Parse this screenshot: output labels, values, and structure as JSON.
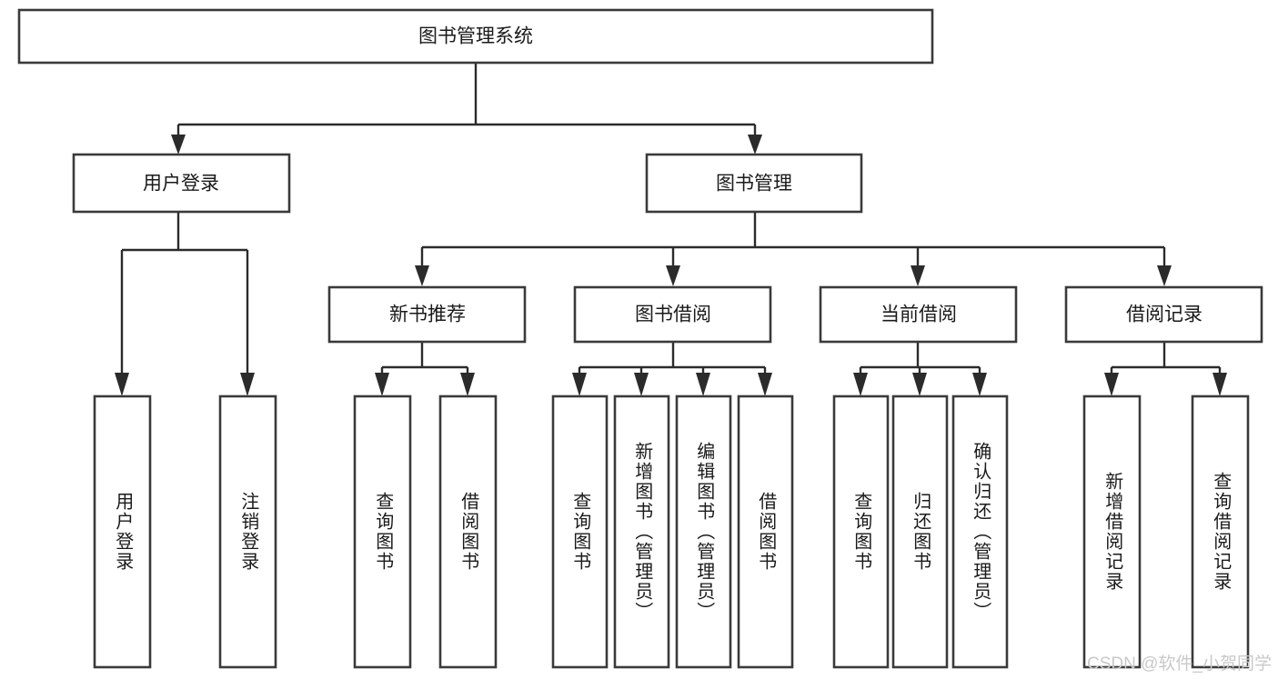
{
  "diagram": {
    "type": "tree-hierarchy-functional-decomposition",
    "root": {
      "id": "root",
      "label": "图书管理系统"
    },
    "level2": [
      {
        "id": "user-login",
        "label": "用户登录"
      },
      {
        "id": "book-management",
        "label": "图书管理"
      }
    ],
    "level3": [
      {
        "id": "new-book-recommend",
        "label": "新书推荐",
        "parent": "book-management"
      },
      {
        "id": "book-borrow",
        "label": "图书借阅",
        "parent": "book-management"
      },
      {
        "id": "current-borrow",
        "label": "当前借阅",
        "parent": "book-management"
      },
      {
        "id": "borrow-record",
        "label": "借阅记录",
        "parent": "book-management"
      }
    ],
    "leaves": [
      {
        "id": "leaf-user-login",
        "label": "用户登录",
        "parent": "user-login"
      },
      {
        "id": "leaf-user-logout",
        "label": "注销登录",
        "parent": "user-login"
      },
      {
        "id": "leaf-query-book-1",
        "label": "查询图书",
        "parent": "new-book-recommend"
      },
      {
        "id": "leaf-borrow-book-1",
        "label": "借阅图书",
        "parent": "new-book-recommend"
      },
      {
        "id": "leaf-query-book-2",
        "label": "查询图书",
        "parent": "book-borrow"
      },
      {
        "id": "leaf-add-book",
        "label": "新增图书（管理员）",
        "parent": "book-borrow"
      },
      {
        "id": "leaf-edit-book",
        "label": "编辑图书（管理员）",
        "parent": "book-borrow"
      },
      {
        "id": "leaf-borrow-book-2",
        "label": "借阅图书",
        "parent": "book-borrow"
      },
      {
        "id": "leaf-query-book-3",
        "label": "查询图书",
        "parent": "current-borrow"
      },
      {
        "id": "leaf-return-book",
        "label": "归还图书",
        "parent": "current-borrow"
      },
      {
        "id": "leaf-confirm-return",
        "label": "确认归还（管理员）",
        "parent": "current-borrow"
      },
      {
        "id": "leaf-add-record",
        "label": "新增借阅记录",
        "parent": "borrow-record"
      },
      {
        "id": "leaf-query-record",
        "label": "查询借阅记录",
        "parent": "borrow-record"
      }
    ],
    "colors": {
      "box_fill": "#ffffff",
      "box_stroke": "#3a3a3a",
      "connector": "#2b2b2b",
      "text": "#1a1a1a",
      "background": "#ffffff",
      "watermark": "#c9c9c9"
    }
  },
  "watermark": {
    "text": "CSDN @软件_小贺同学"
  }
}
